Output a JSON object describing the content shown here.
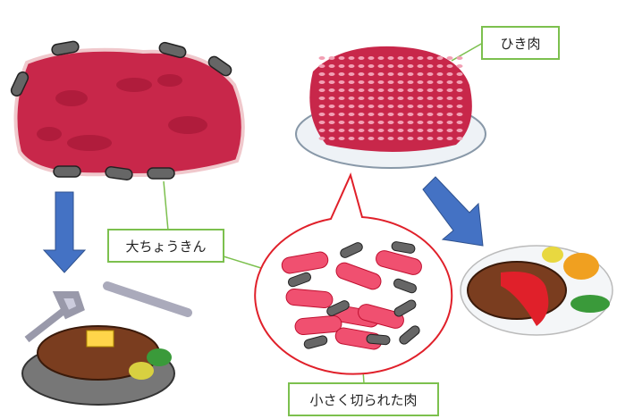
{
  "labels": {
    "minced_meat": "ひき肉",
    "bacteria": "大ちょうきん",
    "cut_meat": "小さく切られた肉"
  },
  "colors": {
    "meat": "#c8274a",
    "label_border": "#7cc04e",
    "arrow": "#4472c4",
    "bubble": "#e0202a"
  }
}
